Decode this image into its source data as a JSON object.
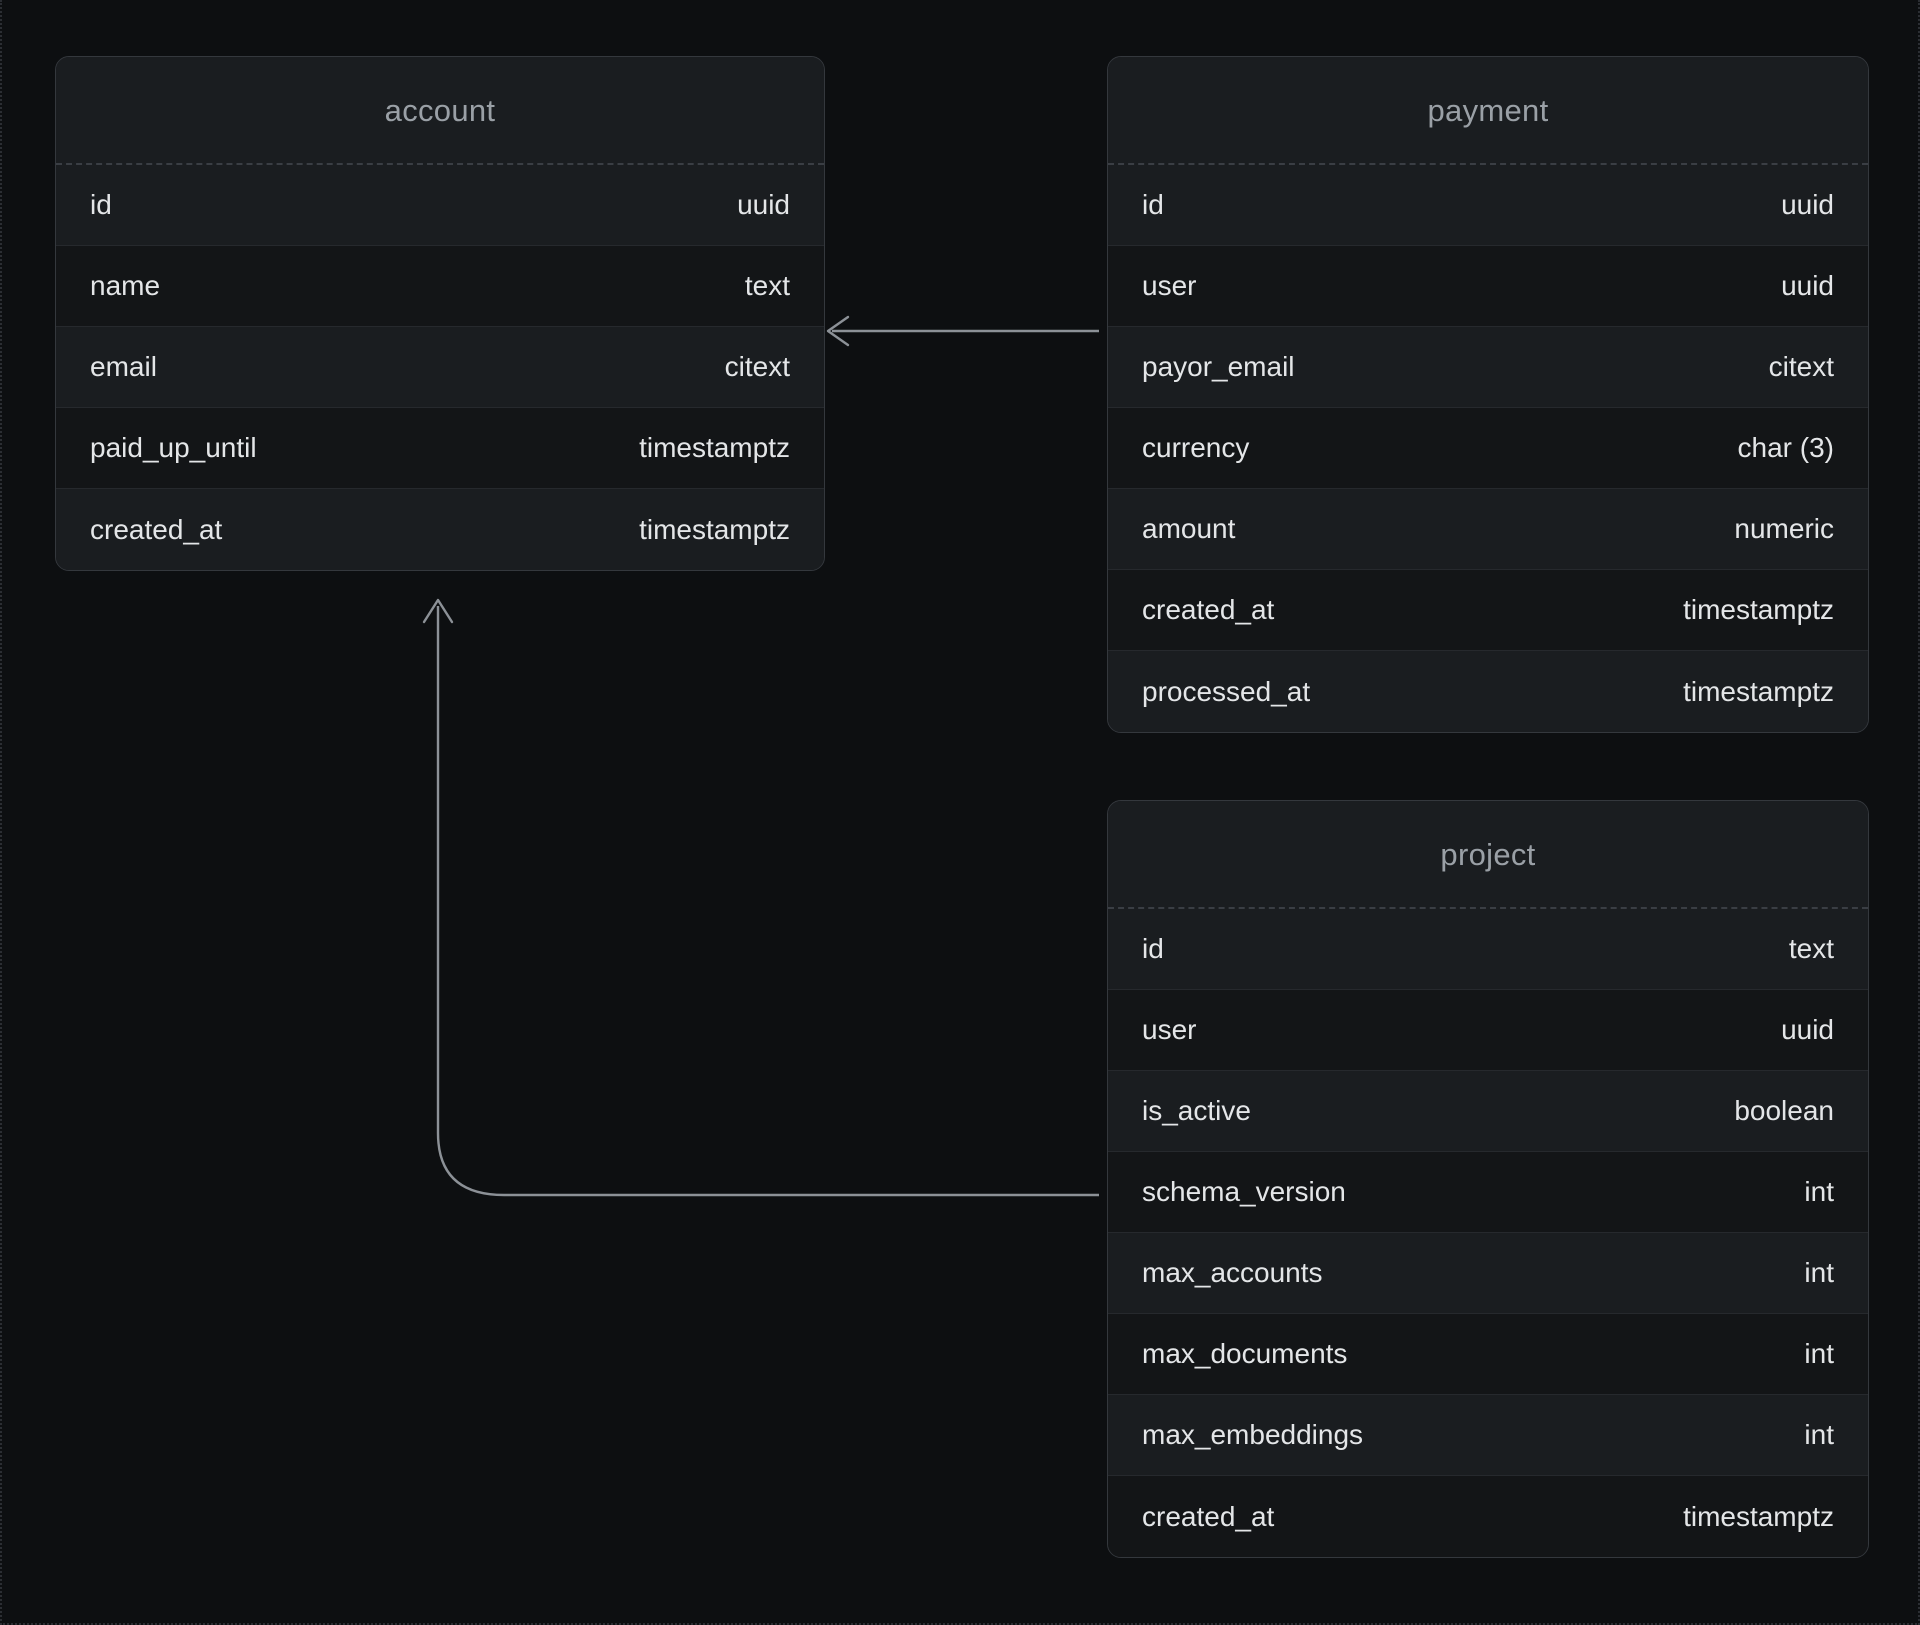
{
  "diagram": {
    "type": "entity-relationship-diagram",
    "background_color": "#0d0f11",
    "accent_color": "#9aa0a6",
    "tables": [
      {
        "id": "account",
        "name": "account",
        "columns": [
          {
            "name": "id",
            "type": "uuid"
          },
          {
            "name": "name",
            "type": "text"
          },
          {
            "name": "email",
            "type": "citext"
          },
          {
            "name": "paid_up_until",
            "type": "timestamptz"
          },
          {
            "name": "created_at",
            "type": "timestamptz"
          }
        ]
      },
      {
        "id": "payment",
        "name": "payment",
        "columns": [
          {
            "name": "id",
            "type": "uuid"
          },
          {
            "name": "user",
            "type": "uuid"
          },
          {
            "name": "payor_email",
            "type": "citext"
          },
          {
            "name": "currency",
            "type": "char (3)"
          },
          {
            "name": "amount",
            "type": "numeric"
          },
          {
            "name": "created_at",
            "type": "timestamptz"
          },
          {
            "name": "processed_at",
            "type": "timestamptz"
          }
        ]
      },
      {
        "id": "project",
        "name": "project",
        "columns": [
          {
            "name": "id",
            "type": "text"
          },
          {
            "name": "user",
            "type": "uuid"
          },
          {
            "name": "is_active",
            "type": "boolean"
          },
          {
            "name": "schema_version",
            "type": "int"
          },
          {
            "name": "max_accounts",
            "type": "int"
          },
          {
            "name": "max_documents",
            "type": "int"
          },
          {
            "name": "max_embeddings",
            "type": "int"
          },
          {
            "name": "created_at",
            "type": "timestamptz"
          }
        ]
      }
    ],
    "relationships": [
      {
        "id": "payment-user-to-account",
        "from": "payment",
        "from_column": "user",
        "to": "account",
        "to_column": "name",
        "style": "straight",
        "arrowhead": "end"
      },
      {
        "id": "project-user-to-account",
        "from": "project",
        "from_column": "schema_version",
        "to": "account",
        "to_column": "created_at",
        "style": "elbow",
        "arrowhead": "end"
      }
    ]
  }
}
